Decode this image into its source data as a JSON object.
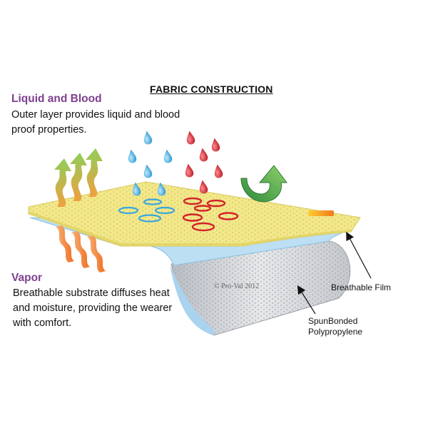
{
  "title": "FABRIC CONSTRUCTION",
  "liquid": {
    "heading": "Liquid and Blood",
    "description": "Outer layer provides liquid and blood proof properties."
  },
  "vapor": {
    "heading": "Vapor",
    "description": "Breathable substrate diffuses heat and moisture, providing the wearer with comfort."
  },
  "labels": {
    "breathable_film": "Breathable Film",
    "spunbonded": "SpunBonded Polypropylene"
  },
  "watermark": "© Pro-Val 2012",
  "colors": {
    "heading": "#7e3f8f",
    "outer_layer": "#f2e88a",
    "film_layer": "#a9d3ee",
    "substrate": "#d9dbde",
    "water_drop": "#2a9fd8",
    "blood_drop": "#d2232a",
    "vapor_arrow": "#f07a2a",
    "return_arrow": "#4caf50"
  },
  "icons": [
    "water-drop-icon",
    "blood-drop-icon",
    "vapor-arrow-icon",
    "green-curved-arrow-icon",
    "pointer-arrow-icon"
  ]
}
